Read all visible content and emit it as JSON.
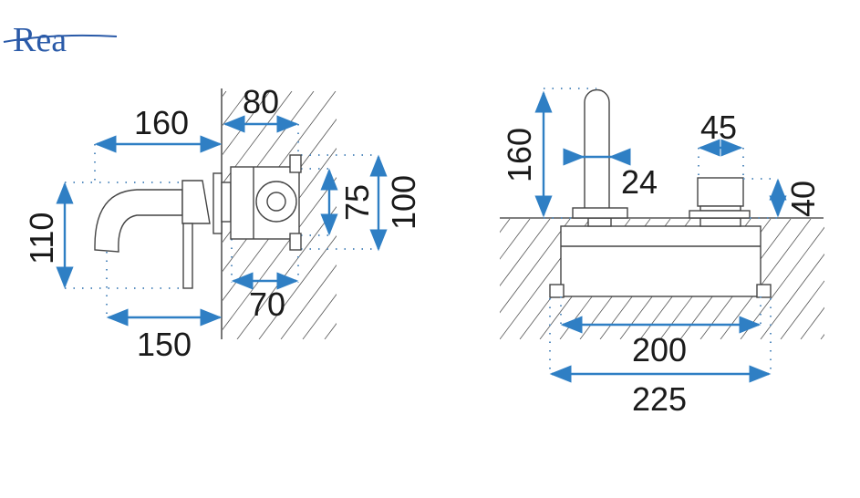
{
  "brand": {
    "logo_text": "Rea",
    "color": "#2a5aa8"
  },
  "side_view": {
    "dimensions": {
      "spout_reach_total": "160",
      "box_depth": "80",
      "height": "110",
      "spout_reach": "150",
      "body_depth": "70",
      "plate_inner": "75",
      "plate_outer": "100"
    }
  },
  "front_view": {
    "dimensions": {
      "spout_height": "160",
      "spout_diameter": "24",
      "knob_diameter": "45",
      "knob_height": "40",
      "body_width": "200",
      "overall_width": "225"
    }
  },
  "colors": {
    "dimension_arrow": "#2f7fc4",
    "line": "#444444"
  }
}
